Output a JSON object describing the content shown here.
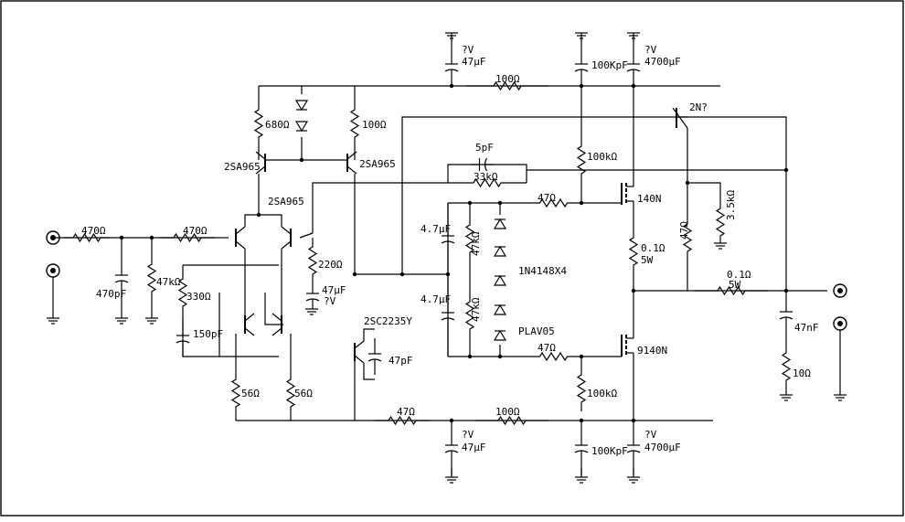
{
  "labels": {
    "v_top_a": "?V",
    "c_top_a": "47µF",
    "v_top_b": "?V",
    "c_top_b": "4700µF",
    "c_top_100k": "100KpF",
    "r_top_100": "100Ω",
    "q_2n": "2N?",
    "r_680": "680Ω",
    "r_100_left": "100Ω",
    "q_2sa965_a": "2SA965",
    "q_2sa965_b": "2SA965",
    "q_2sa965_c": "2SA965",
    "c_5p": "5pF",
    "r_33k": "33kΩ",
    "r_100k_top": "100kΩ",
    "m_140n": "140N",
    "r_3k5": "3.5kΩ",
    "r_470_in": "470Ω",
    "r_470_b": "470Ω",
    "c_470p": "470pF",
    "r_47k_in": "47kΩ",
    "r_220": "220Ω",
    "c_47u_mid": "47µF",
    "v_mid": "?V",
    "r_330": "330Ω",
    "c_150p": "150pF",
    "c_4_7u_a": "4.7µF",
    "c_4_7u_b": "4.7µF",
    "r_47k_a": "47kΩ",
    "r_47k_b": "47kΩ",
    "d_1n4148": "1N4148X4",
    "d_plav": "PLAV05",
    "r_47_gate_top": "47Ω",
    "r_47_gate_bot": "47Ω",
    "r_47_fb": "47Ω",
    "r_0_1a": "0.1Ω",
    "r_5w_a": "5W",
    "r_0_1b": "0.1Ω",
    "r_5w_b": "5W",
    "c_47n": "47nF",
    "r_10": "10Ω",
    "q_2sc2235y": "2SC2235Y",
    "c_47p": "47pF",
    "m_9140n": "9140N",
    "r_100k_bot": "100kΩ",
    "r_56_a": "56Ω",
    "r_56_b": "56Ω",
    "r_47_bot": "47Ω",
    "r_100_bot": "100Ω",
    "v_bot_a": "?V",
    "c_bot_a": "47µF",
    "c_bot_100k": "100KpF",
    "v_bot_b": "?V",
    "c_bot_b": "4700µF"
  }
}
